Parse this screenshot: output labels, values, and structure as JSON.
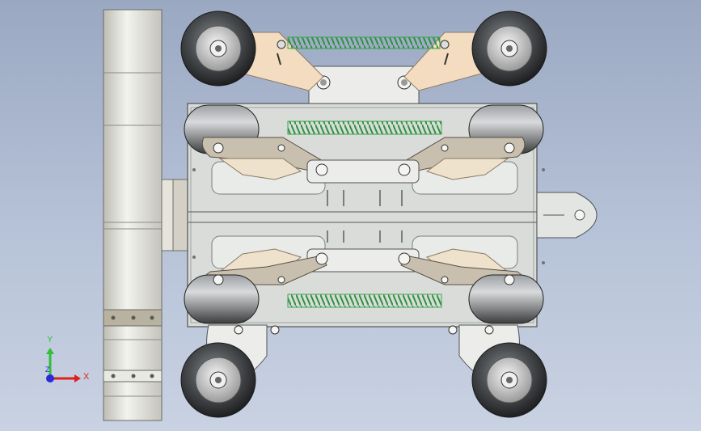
{
  "viewport": {
    "background_top": "#9aa8c2",
    "background_bottom": "#c9d2e2"
  },
  "model": {
    "colors": {
      "plate": "#d6d9d6",
      "plate_edge": "#5b5f60",
      "arm": "#f3dcc0",
      "arm_edge": "#8a7a66",
      "spring": "#3aa34a",
      "tire": "#3b3d40",
      "hub": "#c8c8c8",
      "drum": "#e6e6e0"
    }
  },
  "triad": {
    "x_label": "X",
    "y_label": "Y",
    "z_label": "Z",
    "x_color": "#e0201b",
    "y_color": "#2fbf3a",
    "z_color": "#2a2ad8"
  }
}
